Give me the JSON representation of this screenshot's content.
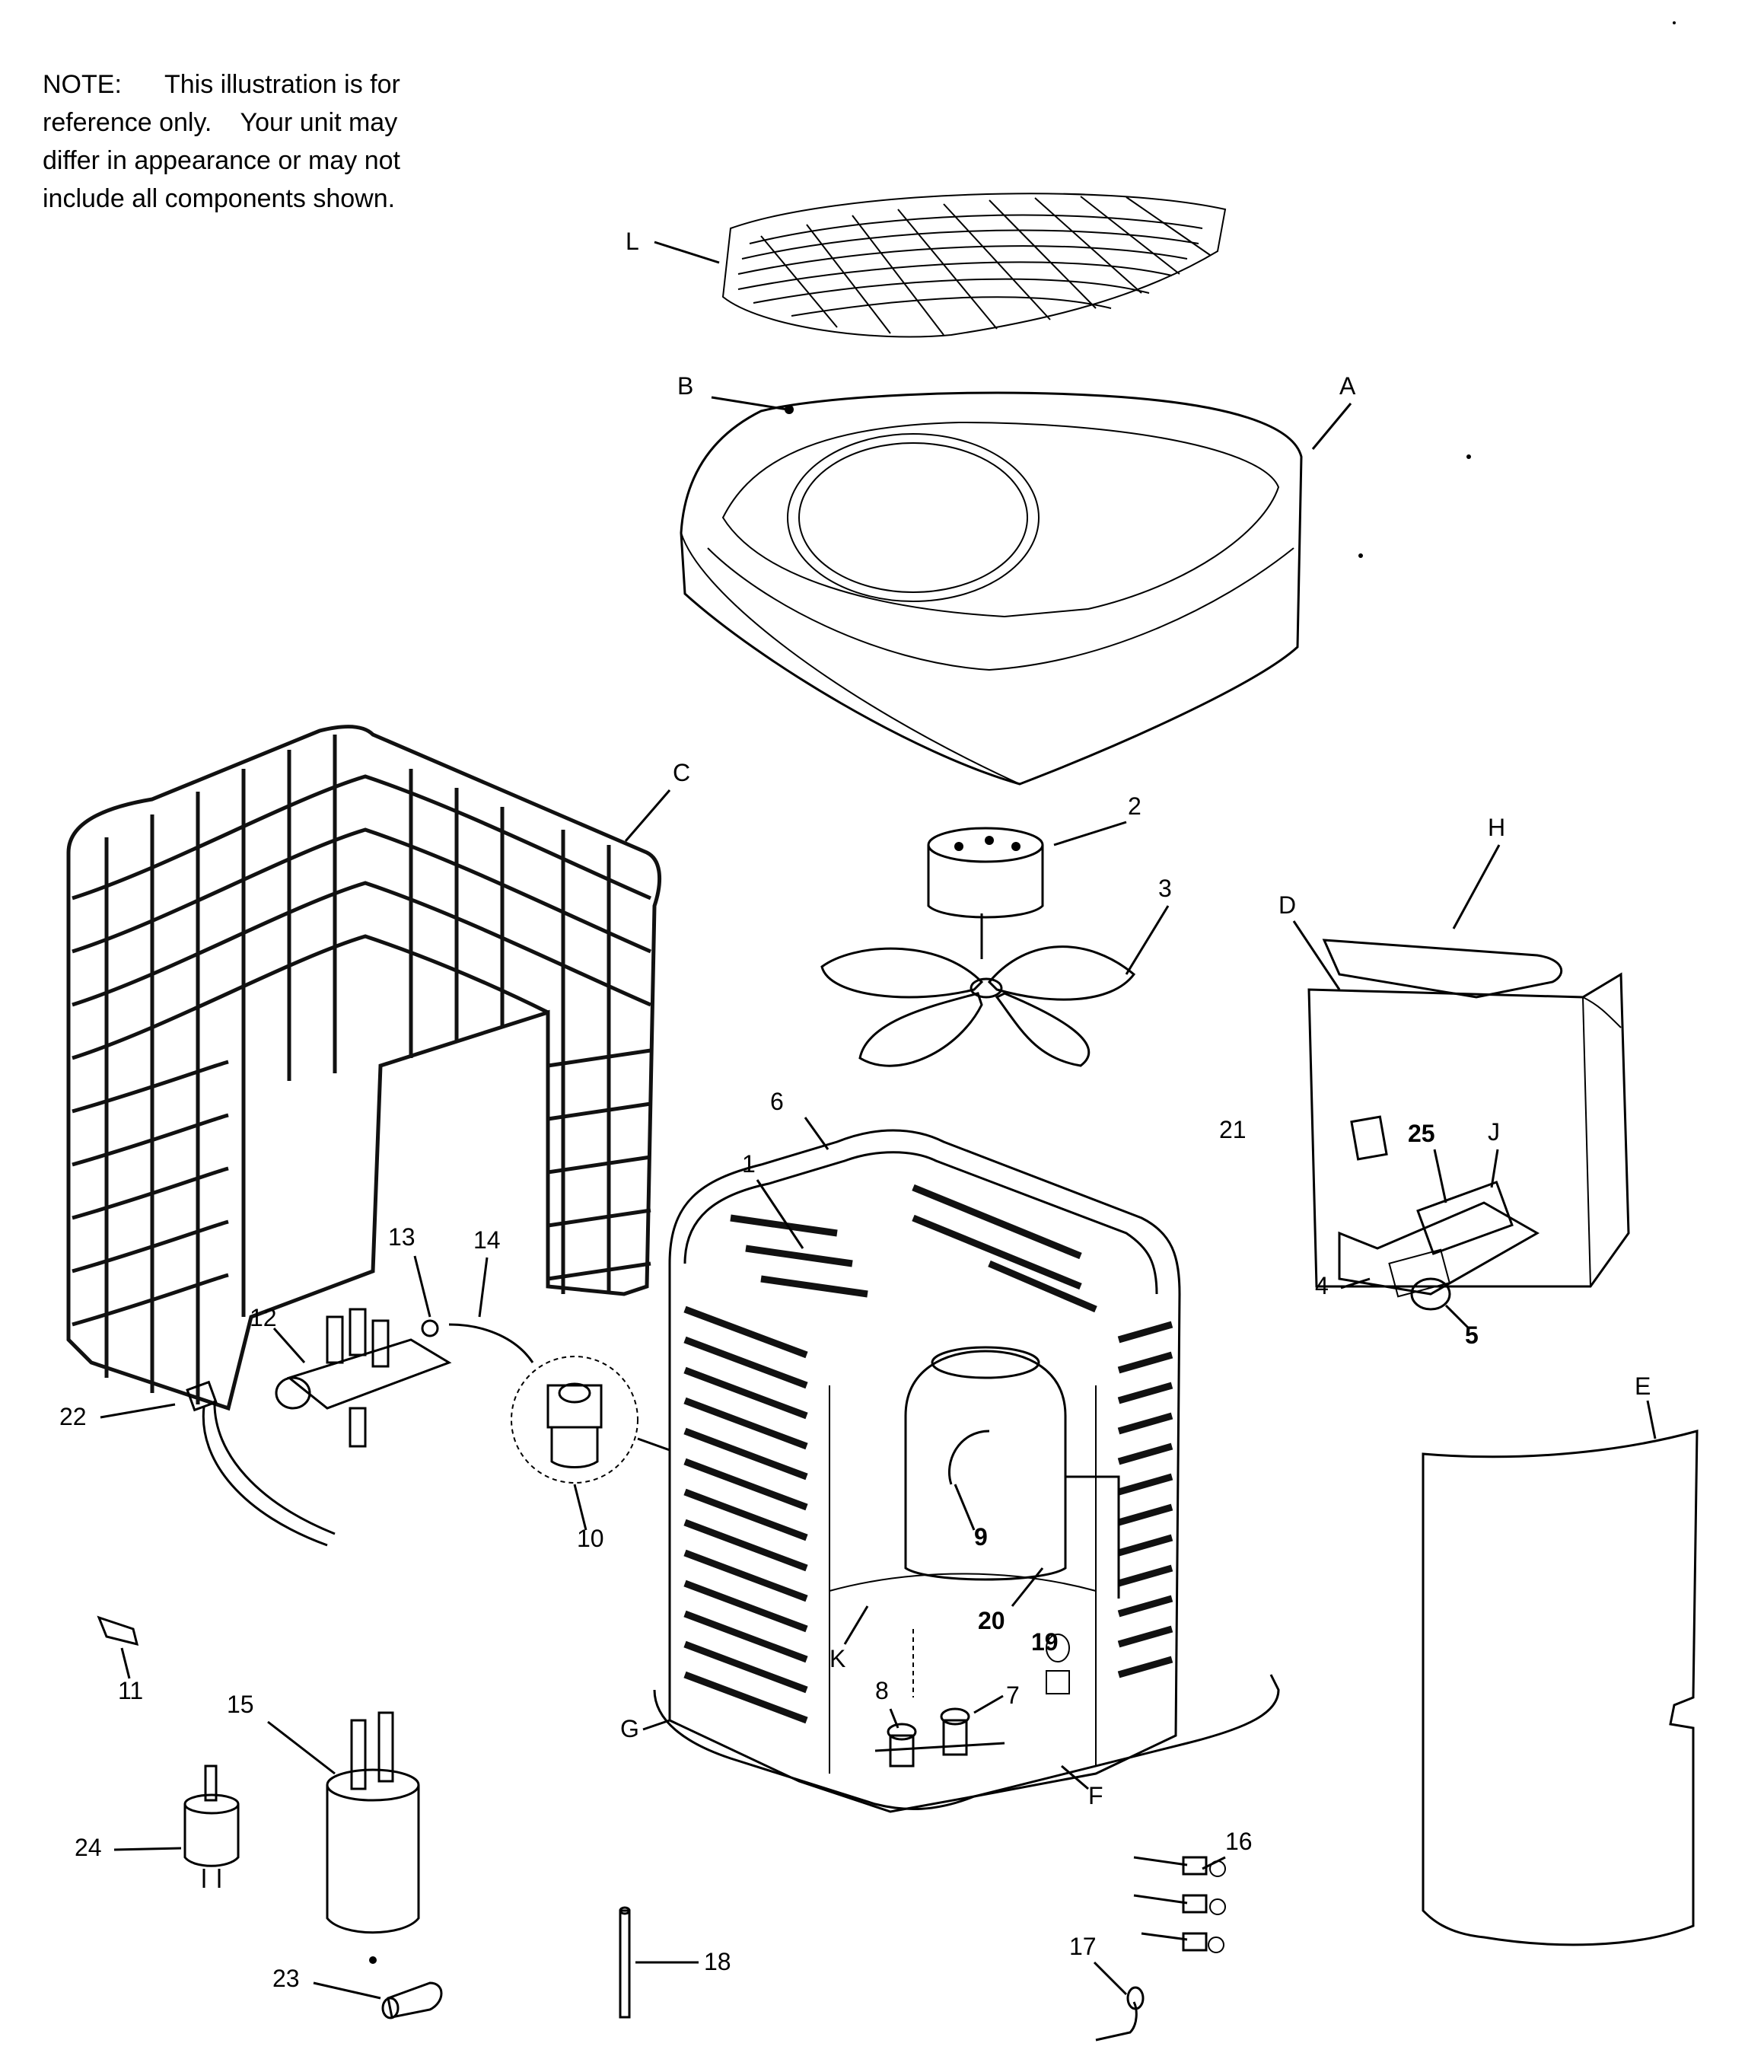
{
  "note": {
    "lines": [
      "NOTE:      This illustration is for",
      "reference only.    Your unit may",
      "differ in appearance or may not",
      "include all components shown."
    ]
  },
  "labels": {
    "L": "L",
    "B": "B",
    "A": "A",
    "C": "C",
    "H": "H",
    "D": "D",
    "J": "J",
    "E": "E",
    "G": "G",
    "K": "K",
    "F": "F",
    "n1": "1",
    "n2": "2",
    "n3": "3",
    "n4": "4",
    "n5": "5",
    "n6": "6",
    "n7": "7",
    "n8": "8",
    "n9": "9",
    "n10": "10",
    "n11": "11",
    "n12": "12",
    "n13": "13",
    "n14": "14",
    "n15": "15",
    "n16": "16",
    "n17": "17",
    "n18": "18",
    "n19": "19",
    "n20": "20",
    "n21": "21",
    "n22": "22",
    "n23": "23",
    "n24": "24",
    "n25": "25"
  }
}
